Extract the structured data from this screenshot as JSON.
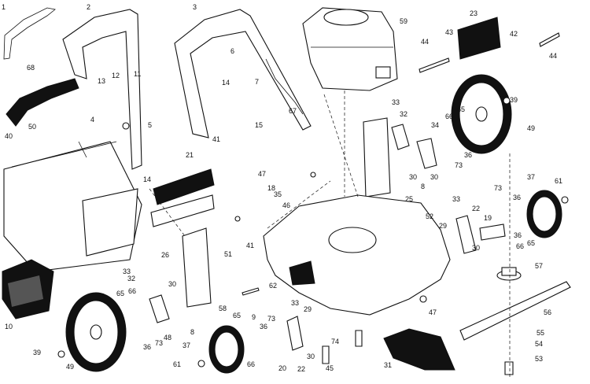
{
  "callouts": [
    {
      "n": "1"
    },
    {
      "n": "2"
    },
    {
      "n": "3"
    },
    {
      "n": "4"
    },
    {
      "n": "5"
    },
    {
      "n": "6"
    },
    {
      "n": "7"
    },
    {
      "n": "8"
    },
    {
      "n": "9"
    },
    {
      "n": "10"
    },
    {
      "n": "11"
    },
    {
      "n": "12"
    },
    {
      "n": "13"
    },
    {
      "n": "14"
    },
    {
      "n": "15"
    },
    {
      "n": "18"
    },
    {
      "n": "19"
    },
    {
      "n": "20"
    },
    {
      "n": "21"
    },
    {
      "n": "22"
    },
    {
      "n": "23"
    },
    {
      "n": "25"
    },
    {
      "n": "26"
    },
    {
      "n": "29"
    },
    {
      "n": "30"
    },
    {
      "n": "31"
    },
    {
      "n": "32"
    },
    {
      "n": "33"
    },
    {
      "n": "34"
    },
    {
      "n": "35"
    },
    {
      "n": "36"
    },
    {
      "n": "37"
    },
    {
      "n": "39"
    },
    {
      "n": "40"
    },
    {
      "n": "41"
    },
    {
      "n": "42"
    },
    {
      "n": "43"
    },
    {
      "n": "44"
    },
    {
      "n": "45"
    },
    {
      "n": "46"
    },
    {
      "n": "47"
    },
    {
      "n": "48"
    },
    {
      "n": "49"
    },
    {
      "n": "50"
    },
    {
      "n": "51"
    },
    {
      "n": "52"
    },
    {
      "n": "53"
    },
    {
      "n": "54"
    },
    {
      "n": "55"
    },
    {
      "n": "56"
    },
    {
      "n": "57"
    },
    {
      "n": "58"
    },
    {
      "n": "59"
    },
    {
      "n": "61"
    },
    {
      "n": "62"
    },
    {
      "n": "65"
    },
    {
      "n": "66"
    },
    {
      "n": "67"
    },
    {
      "n": "68"
    },
    {
      "n": "73"
    },
    {
      "n": "74"
    }
  ],
  "brand_colors": {
    "line": "#111111",
    "background": "#ffffff"
  }
}
